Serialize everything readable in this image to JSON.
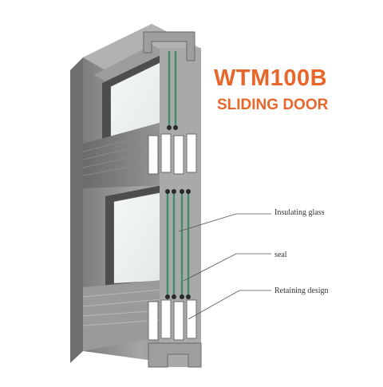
{
  "product": {
    "model": "WTM100B",
    "type": "SLIDING DOOR"
  },
  "callouts": [
    {
      "label": "Insulating glass"
    },
    {
      "label": "seal"
    },
    {
      "label": "Retaining design"
    }
  ],
  "colors": {
    "accent": "#e8662a",
    "frame": "#8f8f8f",
    "glass_edge": "#3f8f6a"
  }
}
